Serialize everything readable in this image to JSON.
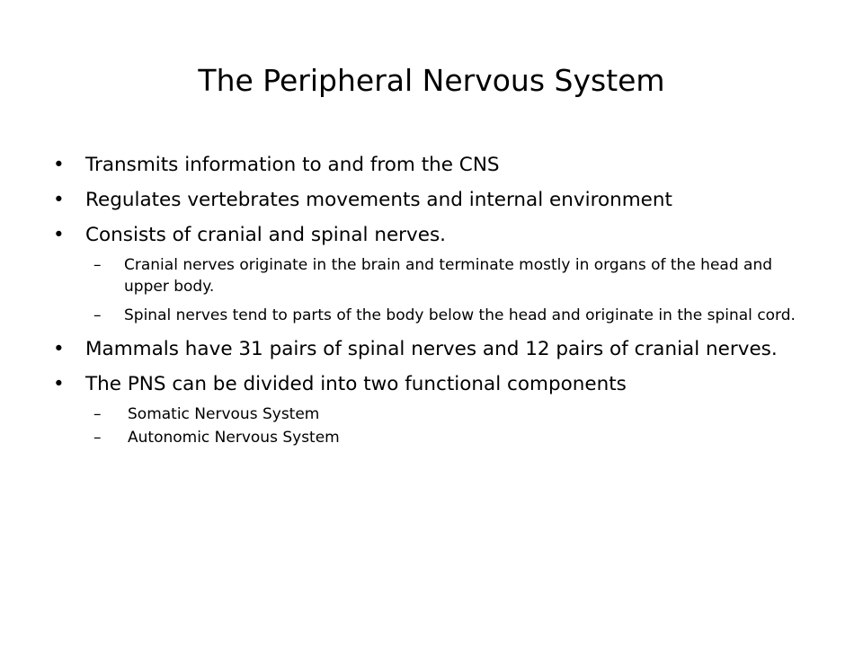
{
  "slide": {
    "title": "The Peripheral Nervous System",
    "bullet_glyph": "•",
    "dash_glyph": "–",
    "bullets": [
      {
        "text": "Transmits information to and from the CNS"
      },
      {
        "text": "Regulates vertebrates movements and internal environment"
      },
      {
        "text": "Consists of cranial and spinal nerves."
      },
      {
        "text": " Mammals have 31 pairs of spinal nerves and 12 pairs of cranial nerves."
      },
      {
        "text": "The PNS can be divided into two functional components"
      }
    ],
    "subbullets": {
      "cranial": "Cranial nerves originate in the brain and terminate mostly in organs of the head and upper body.",
      "spinal": "Spinal nerves tend to parts of the body below the head and originate in the spinal cord.",
      "somatic": "Somatic Nervous System",
      "autonomic": "Autonomic Nervous System"
    }
  }
}
